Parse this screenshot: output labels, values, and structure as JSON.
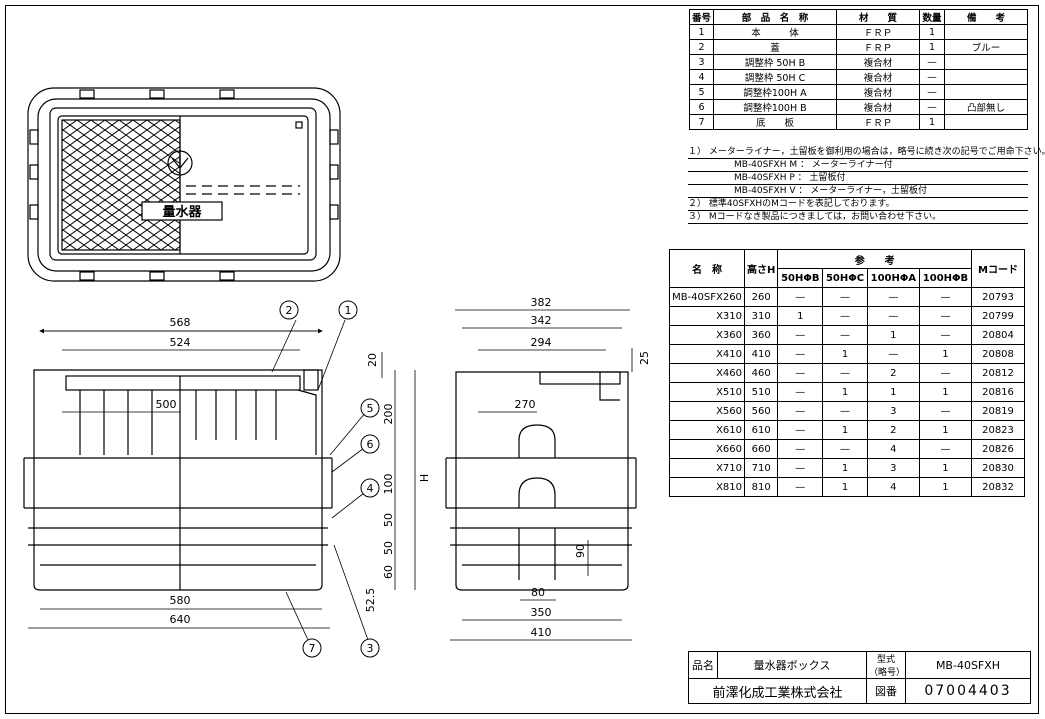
{
  "parts_table": {
    "headers": [
      "番号",
      "部　品　名　称",
      "材　　質",
      "数量",
      "備　　考"
    ],
    "rows": [
      [
        "1",
        "本　　　体",
        "ＦＲＰ",
        "1",
        ""
      ],
      [
        "2",
        "蓋",
        "ＦＲＰ",
        "1",
        "ブルー"
      ],
      [
        "3",
        "調整枠 50H B",
        "複合材",
        "—",
        ""
      ],
      [
        "4",
        "調整枠 50H C",
        "複合材",
        "—",
        ""
      ],
      [
        "5",
        "調整枠100H A",
        "複合材",
        "—",
        ""
      ],
      [
        "6",
        "調整枠100H B",
        "複合材",
        "—",
        "凸部無し"
      ],
      [
        "7",
        "底　　板",
        "ＦＲＰ",
        "1",
        ""
      ]
    ]
  },
  "notes": [
    "１） メーターライナー，土留板を御利用の場合は，略号に続き次の記号でご用命下さい。",
    "MB-40SFXH M ： メーターライナー付",
    "MB-40SFXH P ： 土留板付",
    "MB-40SFXH V ： メーターライナー，土留板付",
    "２） 標準40SFXHのMコードを表記しております。",
    "３） Mコードなき製品につきましては，お問い合わせ下さい。"
  ],
  "spec_table": {
    "header_name": "名　称",
    "header_height": "高さH",
    "header_ref": "参　　考",
    "header_code": "Mコード",
    "sub_headers": [
      "50HΦB",
      "50HΦC",
      "100HΦA",
      "100HΦB"
    ],
    "rows": [
      [
        "MB-40SFX260",
        "260",
        "—",
        "—",
        "—",
        "—",
        "20793"
      ],
      [
        "X310",
        "310",
        "1",
        "—",
        "—",
        "—",
        "20799"
      ],
      [
        "X360",
        "360",
        "—",
        "—",
        "1",
        "—",
        "20804"
      ],
      [
        "X410",
        "410",
        "—",
        "1",
        "—",
        "1",
        "20808"
      ],
      [
        "X460",
        "460",
        "—",
        "—",
        "2",
        "—",
        "20812"
      ],
      [
        "X510",
        "510",
        "—",
        "1",
        "1",
        "1",
        "20816"
      ],
      [
        "X560",
        "560",
        "—",
        "—",
        "3",
        "—",
        "20819"
      ],
      [
        "X610",
        "610",
        "—",
        "1",
        "2",
        "1",
        "20823"
      ],
      [
        "X660",
        "660",
        "—",
        "—",
        "4",
        "—",
        "20826"
      ],
      [
        "X710",
        "710",
        "—",
        "1",
        "3",
        "1",
        "20830"
      ],
      [
        "X810",
        "810",
        "—",
        "1",
        "4",
        "1",
        "20832"
      ]
    ]
  },
  "title_block": {
    "name_label": "品名",
    "name_value": "量水器ボックス",
    "model_label": "型式（略号）",
    "model_value": "MB-40SFXH",
    "company": "前澤化成工業株式会社",
    "drawing_no_label": "図番",
    "drawing_no": "07004403"
  },
  "drawing": {
    "lid_label": "量水器",
    "dims_front": [
      "568",
      "524",
      "500",
      "580",
      "640"
    ],
    "dims_vertical": [
      "20",
      "200",
      "100",
      "50",
      "50",
      "60",
      "52.5",
      "H"
    ],
    "dims_side": [
      "382",
      "342",
      "294",
      "270",
      "25",
      "90",
      "80",
      "350",
      "410"
    ],
    "callouts": [
      "1",
      "2",
      "3",
      "4",
      "5",
      "6",
      "7"
    ]
  }
}
